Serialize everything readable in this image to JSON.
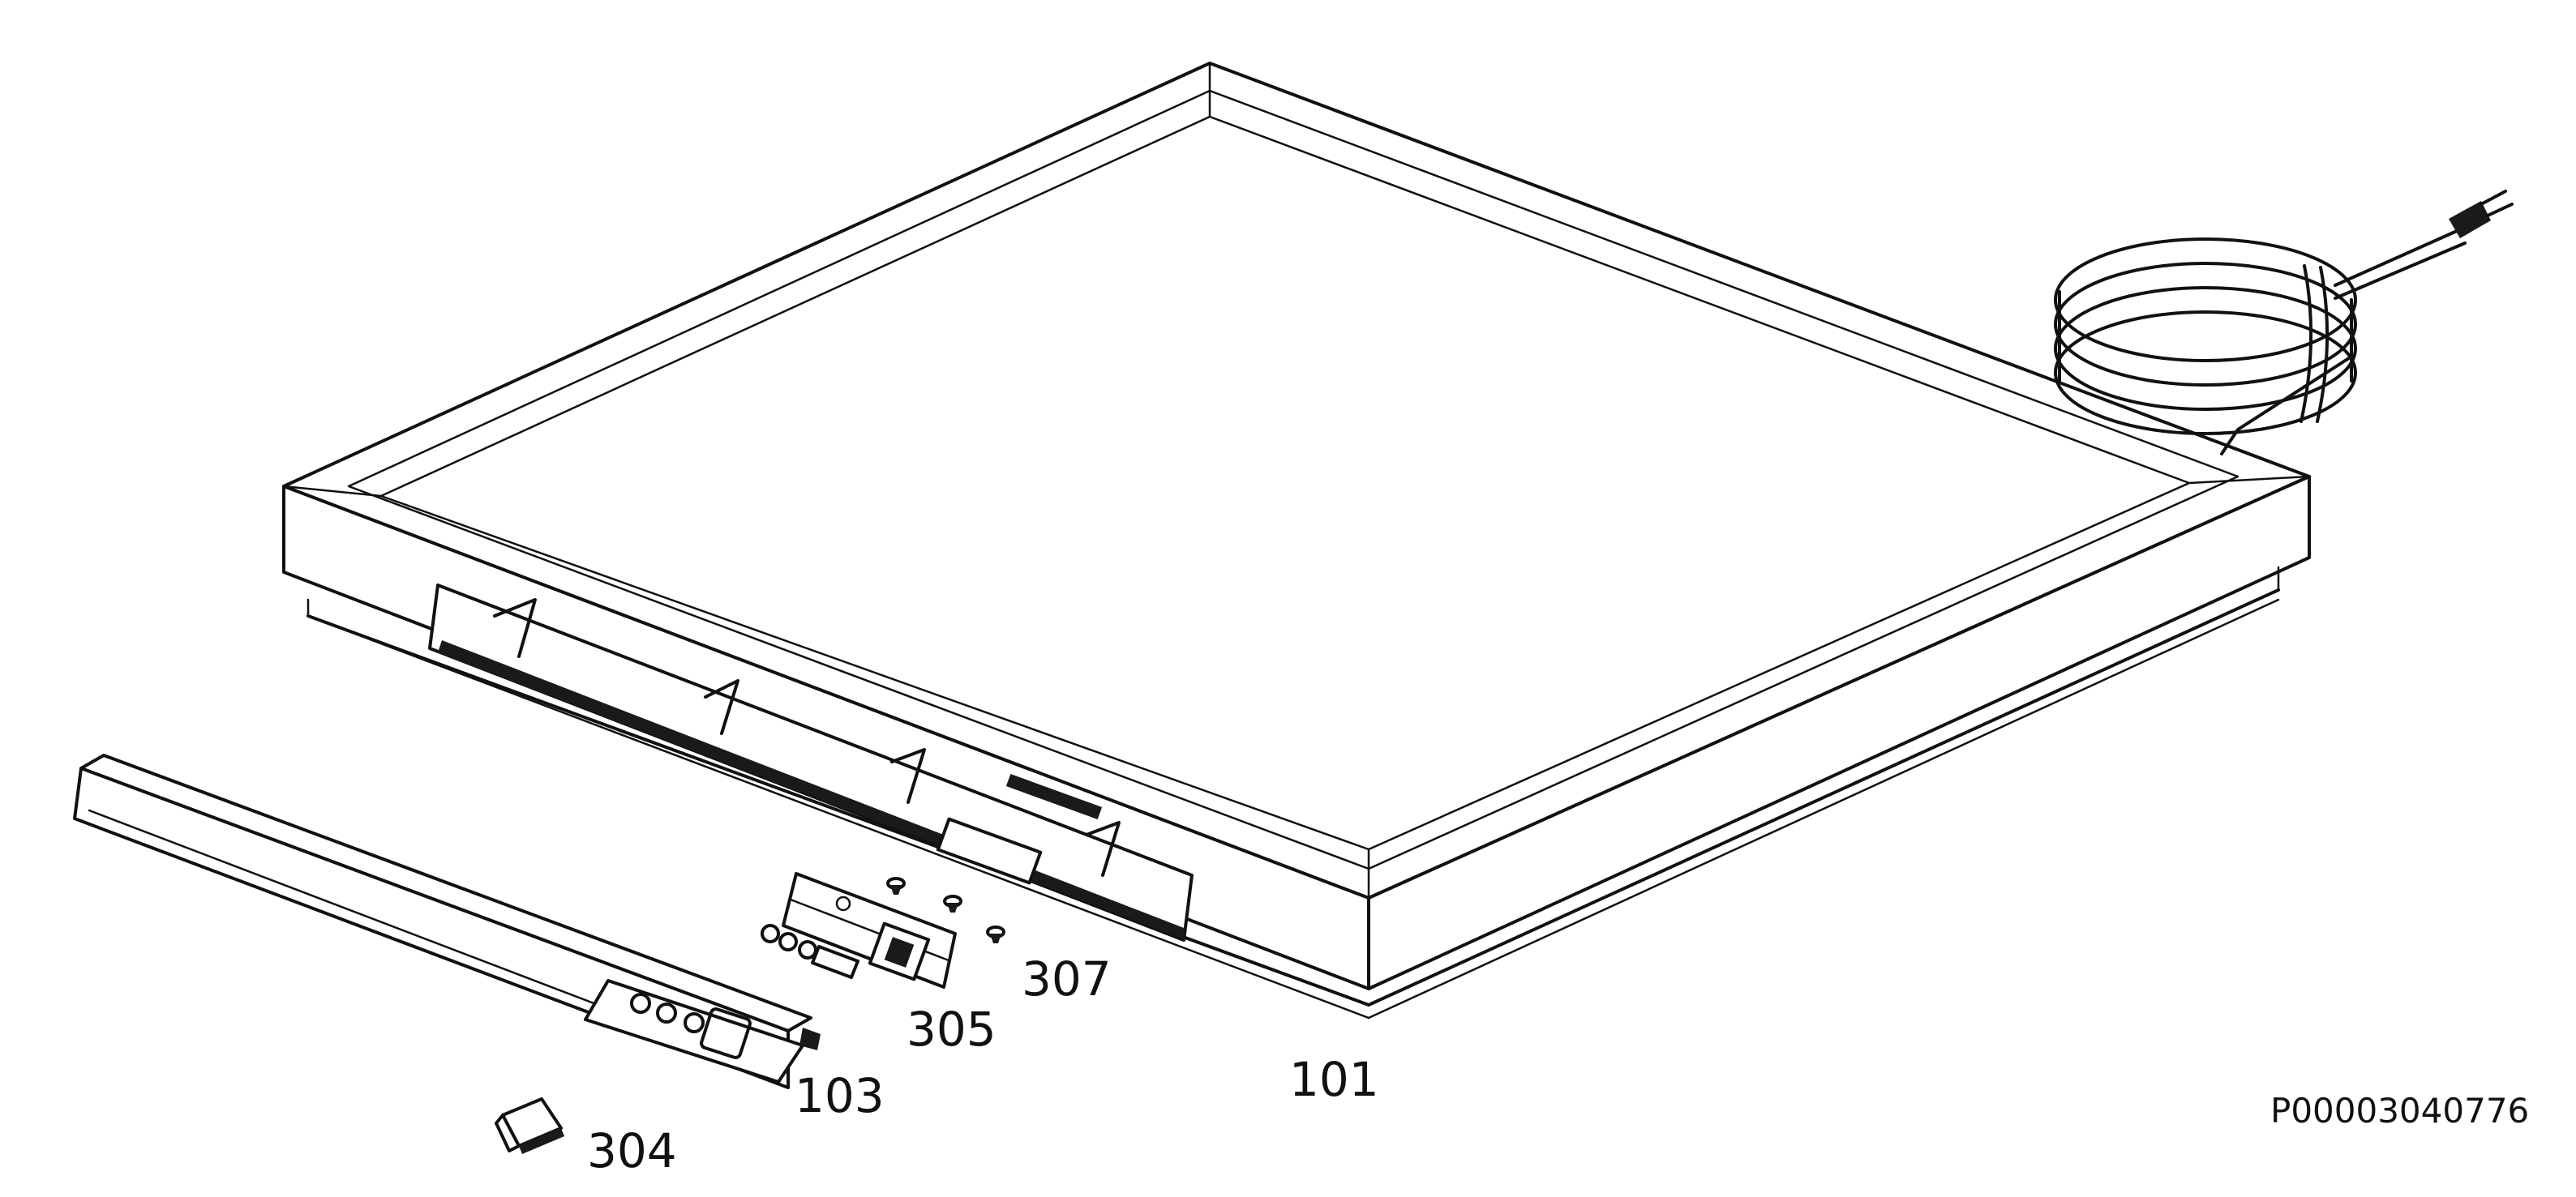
{
  "labels": {
    "p101": "101",
    "p103": "103",
    "p304": "304",
    "p305": "305",
    "p307": "307"
  },
  "reference": "P00003040776"
}
